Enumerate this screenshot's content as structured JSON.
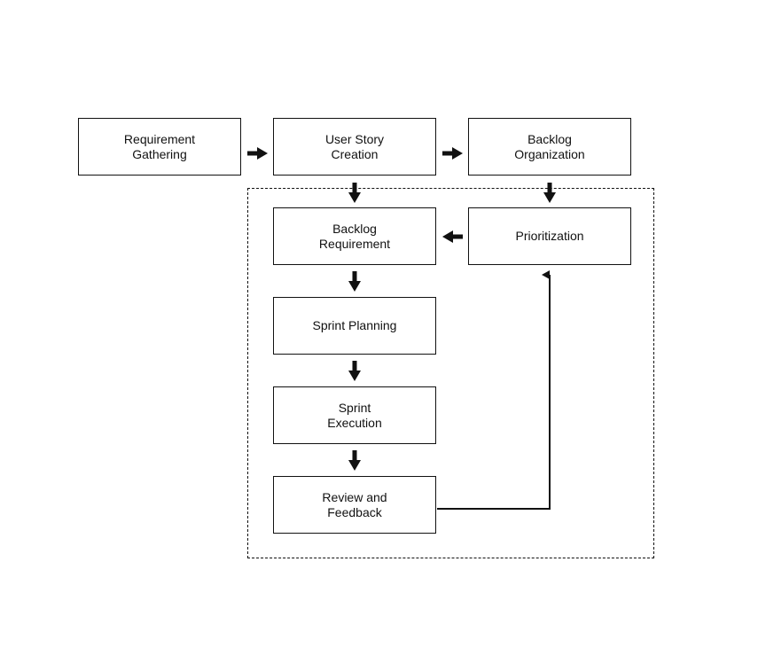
{
  "diagram": {
    "nodes": [
      {
        "id": "requirement-gathering",
        "label": "Requirement\nGathering"
      },
      {
        "id": "user-story-creation",
        "label": "User Story\nCreation"
      },
      {
        "id": "backlog-organization",
        "label": "Backlog\nOrganization"
      },
      {
        "id": "backlog-requirement",
        "label": "Backlog\nRequirement"
      },
      {
        "id": "prioritization",
        "label": "Prioritization"
      },
      {
        "id": "sprint-planning",
        "label": "Sprint Planning"
      },
      {
        "id": "sprint-execution",
        "label": "Sprint\nExecution"
      },
      {
        "id": "review-and-feedback",
        "label": "Review and\nFeedback"
      }
    ],
    "edges": [
      {
        "from": "requirement-gathering",
        "to": "user-story-creation"
      },
      {
        "from": "user-story-creation",
        "to": "backlog-organization"
      },
      {
        "from": "user-story-creation",
        "to": "backlog-requirement"
      },
      {
        "from": "backlog-organization",
        "to": "prioritization"
      },
      {
        "from": "prioritization",
        "to": "backlog-requirement"
      },
      {
        "from": "backlog-requirement",
        "to": "sprint-planning"
      },
      {
        "from": "sprint-planning",
        "to": "sprint-execution"
      },
      {
        "from": "sprint-execution",
        "to": "review-and-feedback"
      },
      {
        "from": "review-and-feedback",
        "to": "prioritization"
      }
    ],
    "colors": {
      "stroke": "#111111",
      "fill": "#ffffff"
    }
  }
}
